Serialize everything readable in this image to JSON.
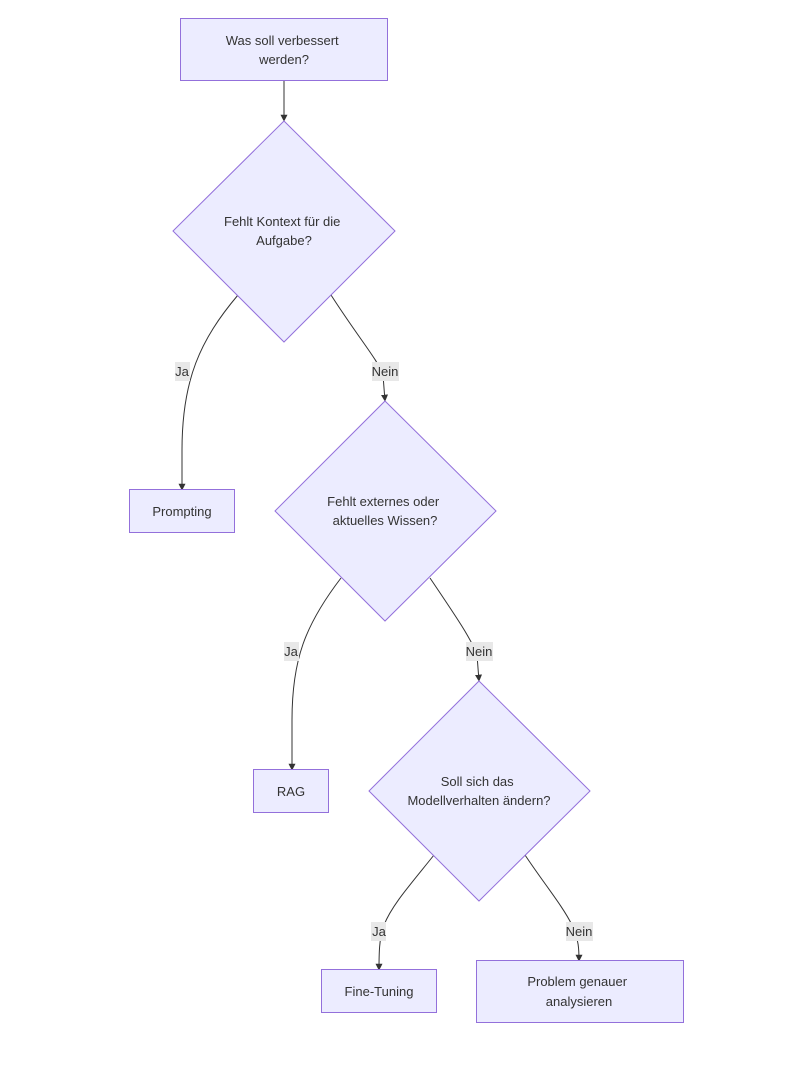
{
  "flowchart": {
    "start": {
      "line1": "Was soll verbessert",
      "line2": "werden?"
    },
    "decision_context": {
      "line1": "Fehlt Kontext für die",
      "line2": "Aufgabe?"
    },
    "decision_knowledge": {
      "line1": "Fehlt externes oder",
      "line2": "aktuelles Wissen?"
    },
    "decision_behavior": {
      "line1": "Soll sich das",
      "line2": "Modellverhalten ändern?"
    },
    "result_prompting": "Prompting",
    "result_rag": "RAG",
    "result_finetuning": "Fine-Tuning",
    "result_analyze": {
      "line1": "Problem genauer",
      "line2": "analysieren"
    },
    "labels": {
      "yes": "Ja",
      "no": "Nein"
    }
  },
  "colors": {
    "node_fill": "#ECECFF",
    "node_stroke": "#9370DB",
    "edge": "#333333",
    "label_bg": "#e8e8e8",
    "text": "#333333"
  }
}
